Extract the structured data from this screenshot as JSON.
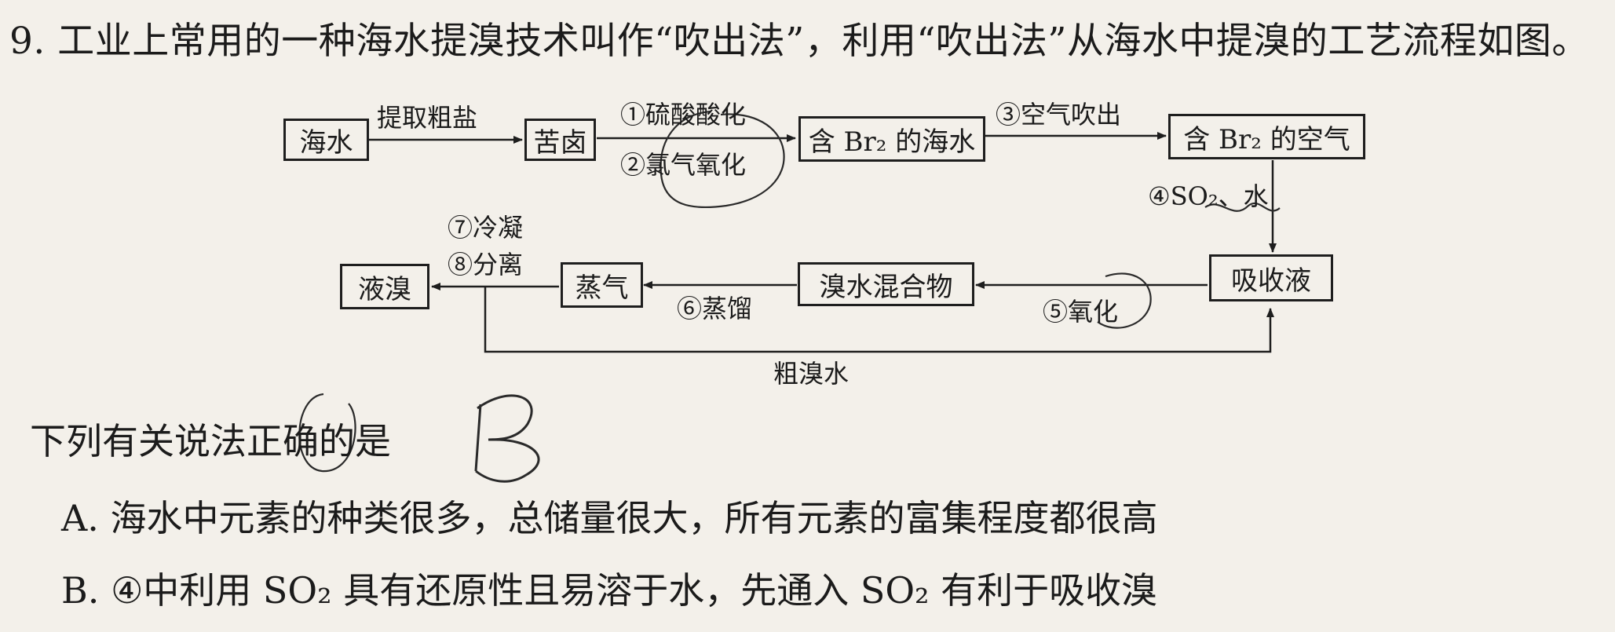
{
  "question": {
    "title": "9. 工业上常用的一种海水提溴技术叫作“吹出法”，利用“吹出法”从海水中提溴的工艺流程如图。",
    "prompt": "下列有关说法正确的是",
    "handwritten_answer": "B",
    "options": [
      {
        "label": "A.",
        "text": "海水中元素的种类很多，总储量很大，所有元素的富集程度都很高"
      },
      {
        "label": "B.",
        "text": "④中利用 SO₂ 具有还原性且易溶于水，先通入 SO₂ 有利于吸收溴"
      }
    ]
  },
  "diagram": {
    "nodes": {
      "seawater": "海水",
      "bittern": "苦卤",
      "br2_seawater": "含 Br₂ 的海水",
      "br2_air": "含 Br₂ 的空气",
      "absorbent": "吸收液",
      "bromine_water_mix": "溴水混合物",
      "steam": "蒸气",
      "liquid_bromine": "液溴"
    },
    "edges": {
      "extract_salt": "提取粗盐",
      "step1": "①硫酸酸化",
      "step2": "②氯气氧化",
      "step3": "③空气吹出",
      "step4": "④SO₂、水",
      "step5": "⑤氧化",
      "step6": "⑥蒸馏",
      "step7": "⑦冷凝",
      "step8": "⑧分离",
      "crude_bromine_water": "粗溴水"
    }
  }
}
